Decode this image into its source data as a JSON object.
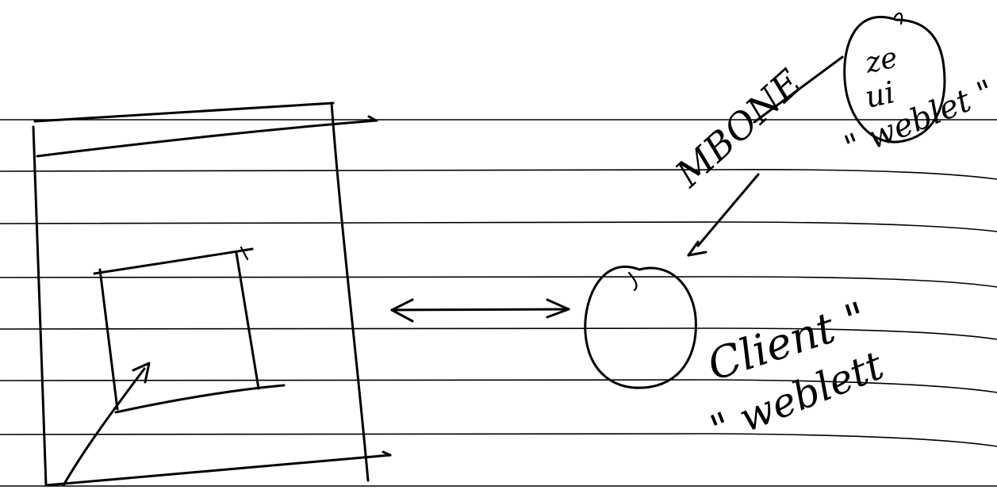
{
  "labels": {
    "mbone": "MBONE",
    "server_top": "ze",
    "server_bottom": "ui",
    "server_caption": "\" weblet \"",
    "client_line1": "Client \"",
    "client_line2": "\" weblett"
  }
}
